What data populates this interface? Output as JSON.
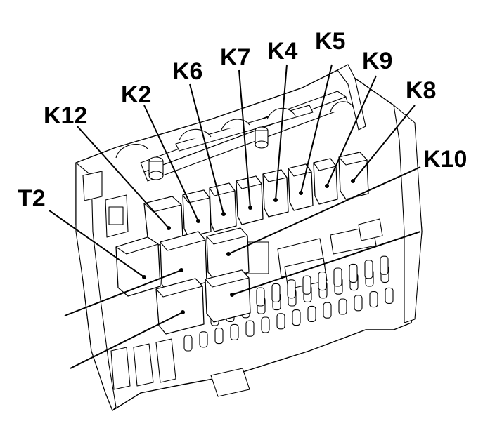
{
  "diagram": {
    "labels": {
      "k12": "K12",
      "k2": "K2",
      "k6": "K6",
      "k7": "K7",
      "k4": "K4",
      "k5": "K5",
      "k9": "K9",
      "k8": "K8",
      "k10": "K10",
      "t2": "T2"
    },
    "colors": {
      "line": "#000000",
      "background": "#ffffff"
    }
  }
}
